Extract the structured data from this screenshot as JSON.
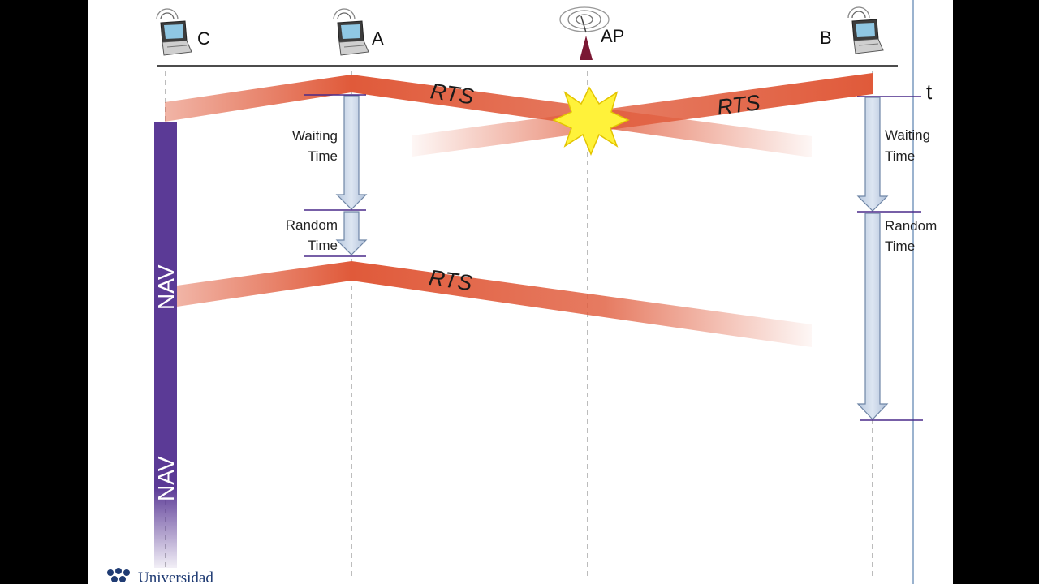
{
  "nodes": {
    "c": "C",
    "a": "A",
    "ap": "AP",
    "b": "B"
  },
  "time_axis_label": "t",
  "frames": {
    "rts_a_first": "RTS",
    "rts_b": "RTS",
    "rts_a_second": "RTS"
  },
  "intervals": {
    "a_waiting": [
      "Waiting",
      "Time"
    ],
    "a_random": [
      "Random",
      "Time"
    ],
    "b_waiting": [
      "Waiting",
      "Time"
    ],
    "b_random": [
      "Random",
      "Time"
    ]
  },
  "nav": {
    "first": "NAV",
    "second": "NAV"
  },
  "footer": {
    "institution": "Universidad"
  },
  "colors": {
    "rts_frame": "#e05a3a",
    "nav_bar": "#5b3a96",
    "interval_arrow": "#c7d4e6",
    "marker_line": "#4a2a8a",
    "collision": "#fff23a"
  },
  "icons": {
    "station": "laptop-wifi-icon",
    "access_point": "access-point-antenna-icon",
    "collision": "collision-burst-icon",
    "logo": "university-logo-icon"
  }
}
